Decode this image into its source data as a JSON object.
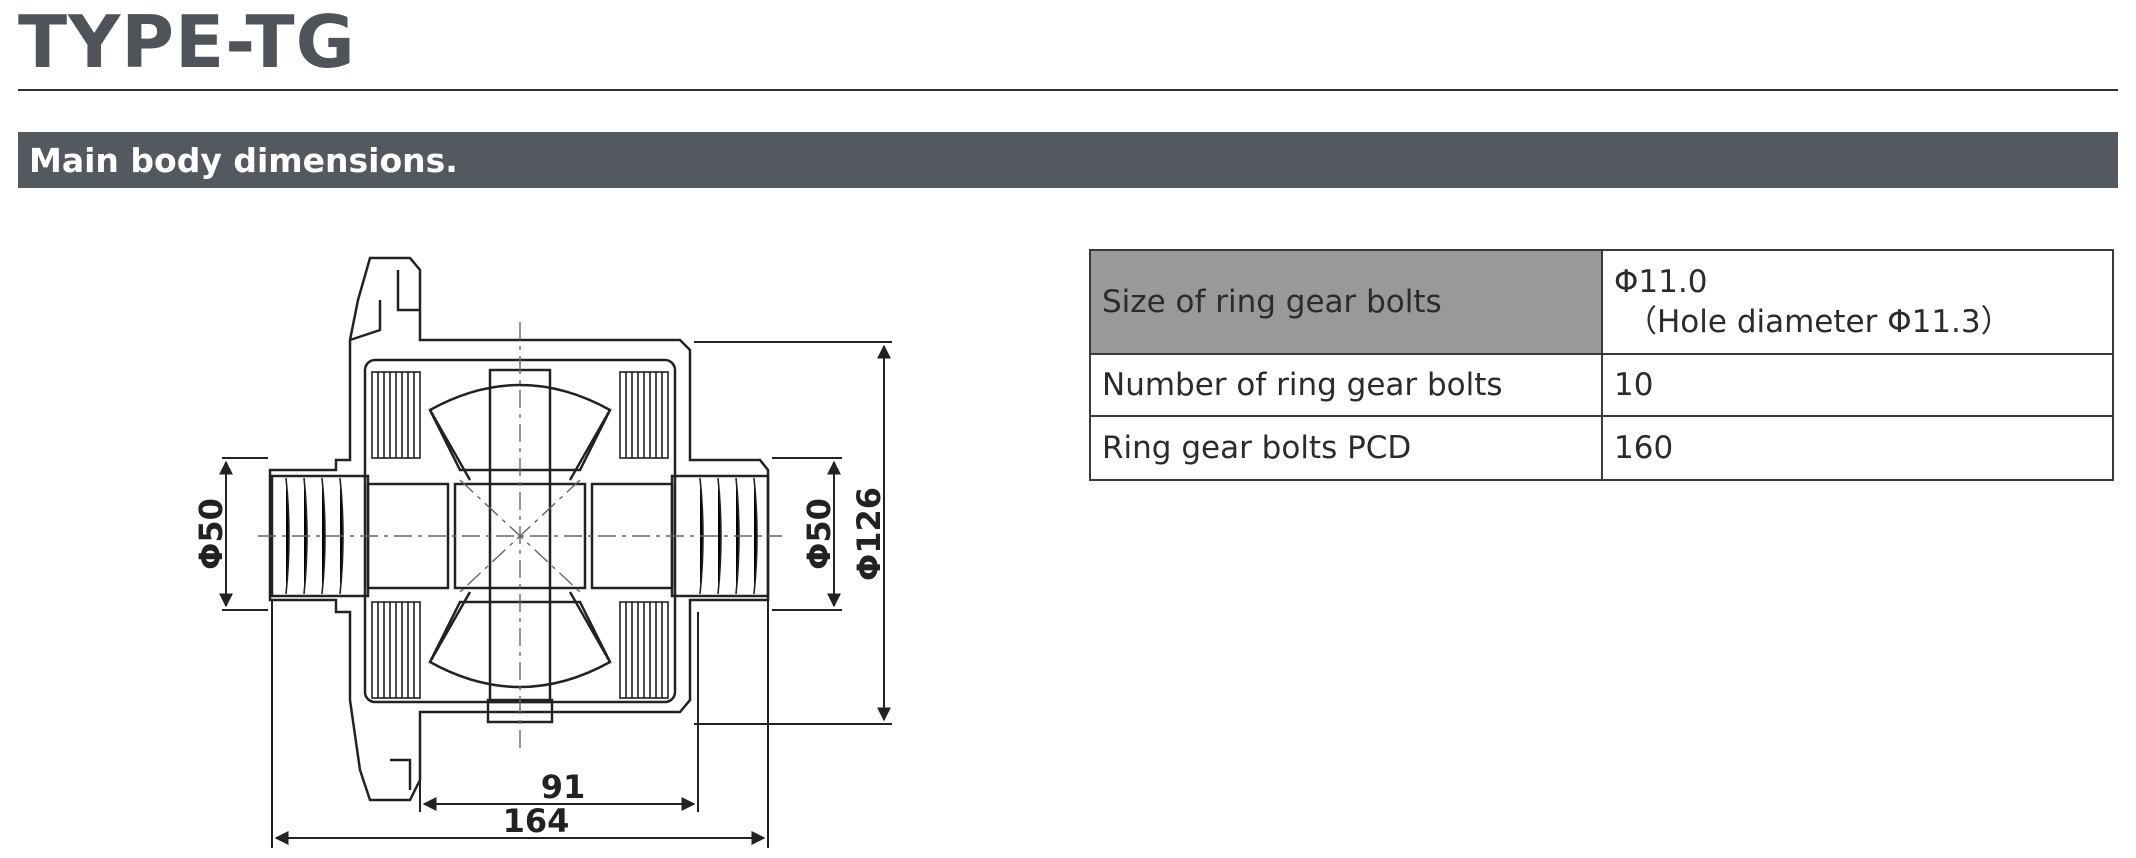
{
  "page": {
    "title": "TYPE-TG",
    "section_heading": "Main body dimensions."
  },
  "diagram": {
    "dimensions": {
      "left_shaft_diameter": "Φ50",
      "right_shaft_diameter": "Φ50",
      "case_diameter": "Φ126",
      "flange_offset": "91",
      "overall_width": "164"
    }
  },
  "spec_table": {
    "rows": [
      {
        "label": "Size of ring gear bolts",
        "value": "Φ11.0",
        "value_note": "（Hole diameter Φ11.3）"
      },
      {
        "label": "Number of ring gear bolts",
        "value": "10"
      },
      {
        "label": "Ring gear bolts PCD",
        "value": "160"
      }
    ]
  },
  "colors": {
    "title": "#4f545b",
    "section_bar": "#54585f",
    "table_header_cell": "#999999"
  }
}
